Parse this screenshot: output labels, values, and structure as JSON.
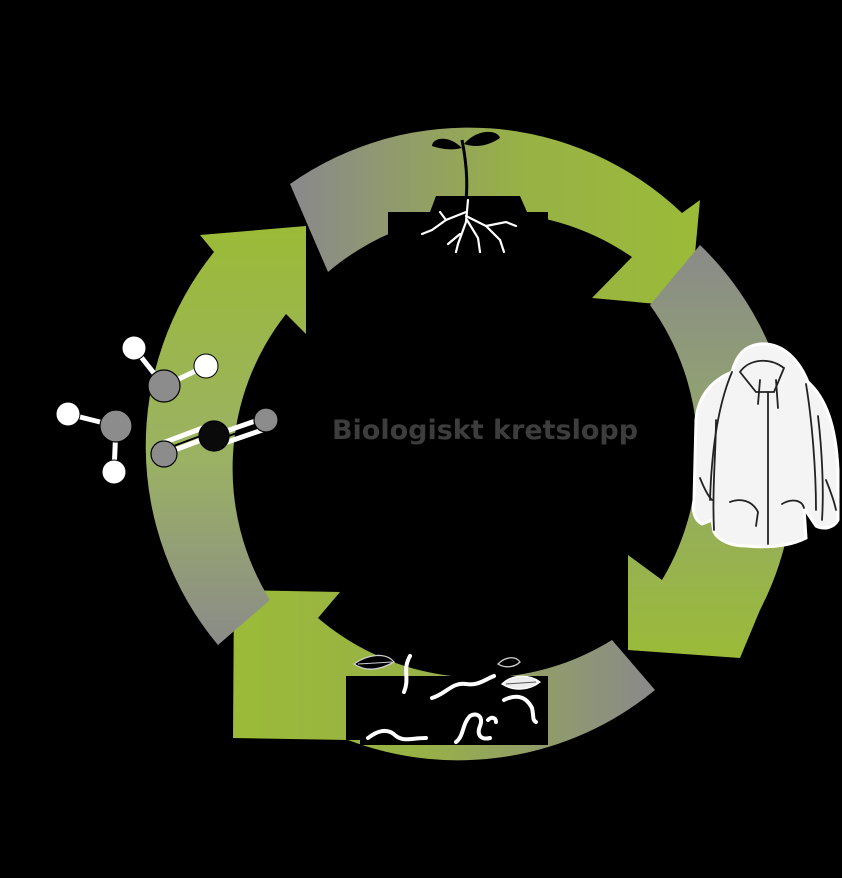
{
  "diagram": {
    "title": "Biologiskt kretslopp",
    "stages": [
      {
        "name": "plant",
        "icon": "seedling-roots-icon"
      },
      {
        "name": "product",
        "icon": "hoodie-jacket-icon"
      },
      {
        "name": "decomposition",
        "icon": "worms-leaves-soil-icon"
      },
      {
        "name": "molecules",
        "icon": "molecule-icon"
      }
    ],
    "colors": {
      "background": "#000000",
      "arrow_green": "#9bbb38",
      "arrow_gray": "#8a8a8a",
      "title": "#3d3d3d"
    }
  }
}
